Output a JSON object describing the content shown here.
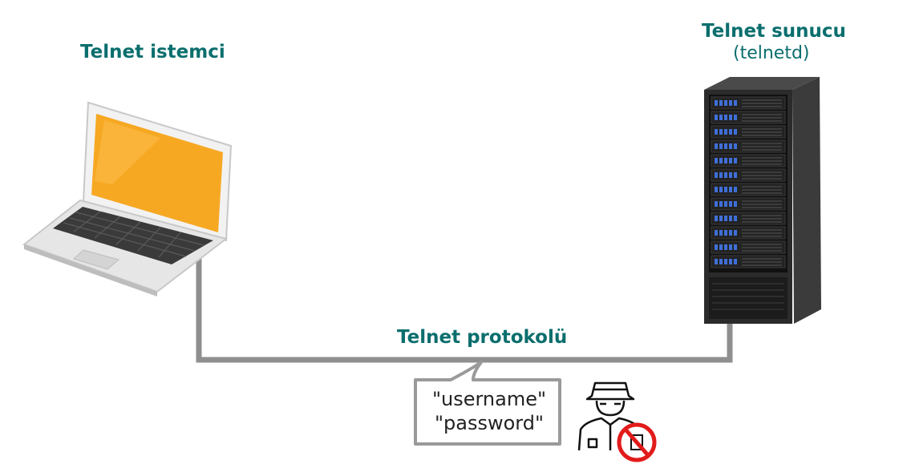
{
  "colors": {
    "label": "#0b6e6e",
    "cable": "#8f8f8f",
    "laptop_screen": "#f7a823",
    "laptop_body": "#e6e6e6",
    "keyboard": "#3a3a3a",
    "server_body": "#2b2b2b",
    "server_led": "#3f6fd8",
    "forbidden": "#e21b1b"
  },
  "client": {
    "label": "Telnet istemci",
    "icon": "laptop-icon"
  },
  "server": {
    "title": "Telnet sunucu",
    "subtitle": "(telnetd)",
    "icon": "server-rack-icon"
  },
  "protocol": {
    "label": "Telnet protokolü"
  },
  "credentials": {
    "username": "\"username\"",
    "password": "\"password\""
  },
  "attacker": {
    "icon": "spy-icon",
    "badge": "forbidden-icon"
  }
}
